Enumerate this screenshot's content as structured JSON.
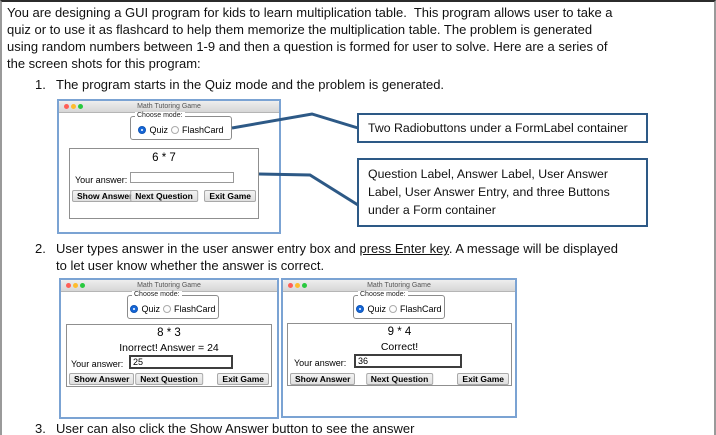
{
  "page": {
    "intro_lines": [
      "You are designing a GUI program for kids to learn multiplication table.  This program allows user to take a",
      "quiz or to use it as flashcard to help them memorize the multiplication table. The problem is generated",
      "using random numbers between 1-9 and then a question is formed for user to solve. Here are a series of",
      "the screen shots for this program:"
    ],
    "item1": {
      "num": "1.",
      "text": "The program starts in the Quiz mode and the problem is generated."
    },
    "item2": {
      "num": "2.",
      "line1_before": "User types answer in the user answer entry box and ",
      "line1_underline": "press Enter key",
      "line1_after": ". A message will be displayed",
      "line2": "to let user know whether the answer is correct."
    },
    "item3": {
      "num": "3.",
      "text": "User can also click the Show Answer button to see the answer"
    }
  },
  "callouts": [
    {
      "lines": [
        "Two Radiobuttons under a FormLabel container"
      ]
    },
    {
      "lines": [
        "Question Label, Answer Label, User Answer",
        "Label, User Answer Entry, and three Buttons",
        "under a Form container"
      ]
    }
  ],
  "windows": [
    {
      "title": "Math Tutoring Game",
      "group_label": "Choose mode:",
      "radio_quiz": "Quiz",
      "radio_flashcard": "FlashCard",
      "question": "6 * 7",
      "message": "",
      "answer_label": "Your answer:",
      "answer_value": "",
      "buttons": {
        "show": "Show Answer",
        "next": "Next Question",
        "exit": "Exit Game"
      }
    },
    {
      "title": "Math Tutoring Game",
      "group_label": "Choose mode:",
      "radio_quiz": "Quiz",
      "radio_flashcard": "FlashCard",
      "question": "8 * 3",
      "message": "Inorrect! Answer = 24",
      "answer_label": "Your answer:",
      "answer_value": "25",
      "buttons": {
        "show": "Show Answer",
        "next": "Next Question",
        "exit": "Exit Game"
      }
    },
    {
      "title": "Math Tutoring Game",
      "group_label": "Choose mode:",
      "radio_quiz": "Quiz",
      "radio_flashcard": "FlashCard",
      "question": "9 * 4",
      "message": "Correct!",
      "answer_label": "Your answer:",
      "answer_value": "36",
      "buttons": {
        "show": "Show Answer",
        "next": "Next Question",
        "exit": "Exit Game"
      }
    }
  ],
  "colors": {
    "callout-border": "#2d5986",
    "connector-line": "#2d5986",
    "shot-border": "#7ba3d3",
    "radio-selected": "#1667d9",
    "light-red": "#ff5f57",
    "light-yellow": "#febc2e",
    "light-green": "#28c93f"
  }
}
